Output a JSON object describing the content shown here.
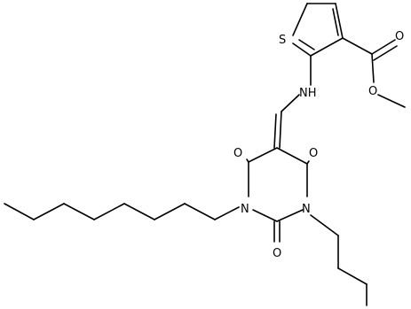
{
  "molecule": {
    "atoms": {
      "S": "S",
      "NH": "NH",
      "O_ester_carbonyl": "O",
      "O_ester_ether": "O",
      "O_c4": "O",
      "O_c6": "O",
      "O_c2": "O",
      "N1": "N",
      "N3": "N"
    }
  },
  "colors": {
    "bond": "#000000",
    "label": "#000000",
    "background": "#ffffff"
  }
}
